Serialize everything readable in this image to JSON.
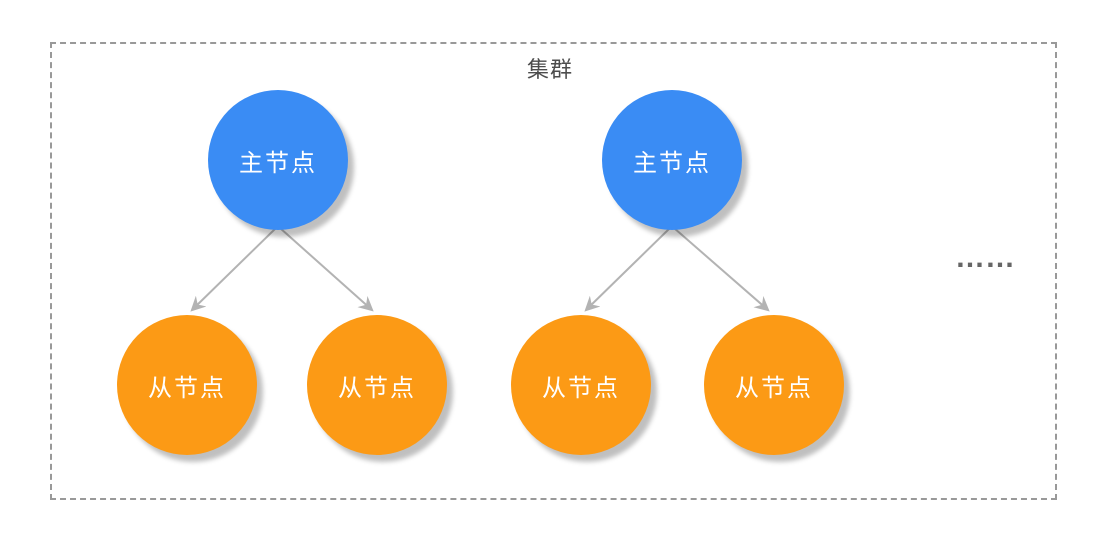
{
  "diagram": {
    "title": "集群",
    "ellipsis": "……",
    "colors": {
      "master": "#3a8cf4",
      "slave": "#fc9a15",
      "arrow": "#b3b3b3",
      "border": "#999999",
      "title": "#4d4d4d",
      "ellipsis": "#666666"
    },
    "groups": [
      {
        "master": {
          "label": "主节点"
        },
        "slaves": [
          {
            "label": "从节点"
          },
          {
            "label": "从节点"
          }
        ]
      },
      {
        "master": {
          "label": "主节点"
        },
        "slaves": [
          {
            "label": "从节点"
          },
          {
            "label": "从节点"
          }
        ]
      }
    ]
  }
}
